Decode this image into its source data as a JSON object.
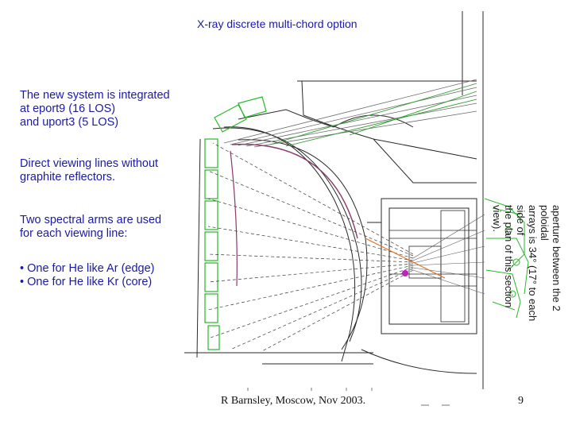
{
  "title": "X-ray discrete multi-chord option",
  "paragraphs": [
    [
      "The new system is integrated",
      "at eport9 (16 LOS)",
      "and uport3 (5 LOS)"
    ],
    [
      "Direct viewing lines without",
      "graphite reflectors."
    ],
    [
      "Two spectral arms are used",
      "for each viewing line:"
    ],
    [
      "• One for He like Ar (edge)",
      "• One for He like Kr (core)"
    ]
  ],
  "side_note": [
    "aperture between the 2 poloidal",
    "arrays is 34° (17° to each side of",
    "the plan of this section view)."
  ],
  "footer": {
    "author": "R Barnsley, Moscow, Nov 2003.",
    "page": "9"
  },
  "colors": {
    "text": "#1a1aa6",
    "sightline": "#6b6b6b",
    "sightline_green": "#2f9e2f",
    "structure": "#2a2a2a",
    "green_components": "#29b829",
    "plasma_boundary": "#8a3a6a"
  }
}
